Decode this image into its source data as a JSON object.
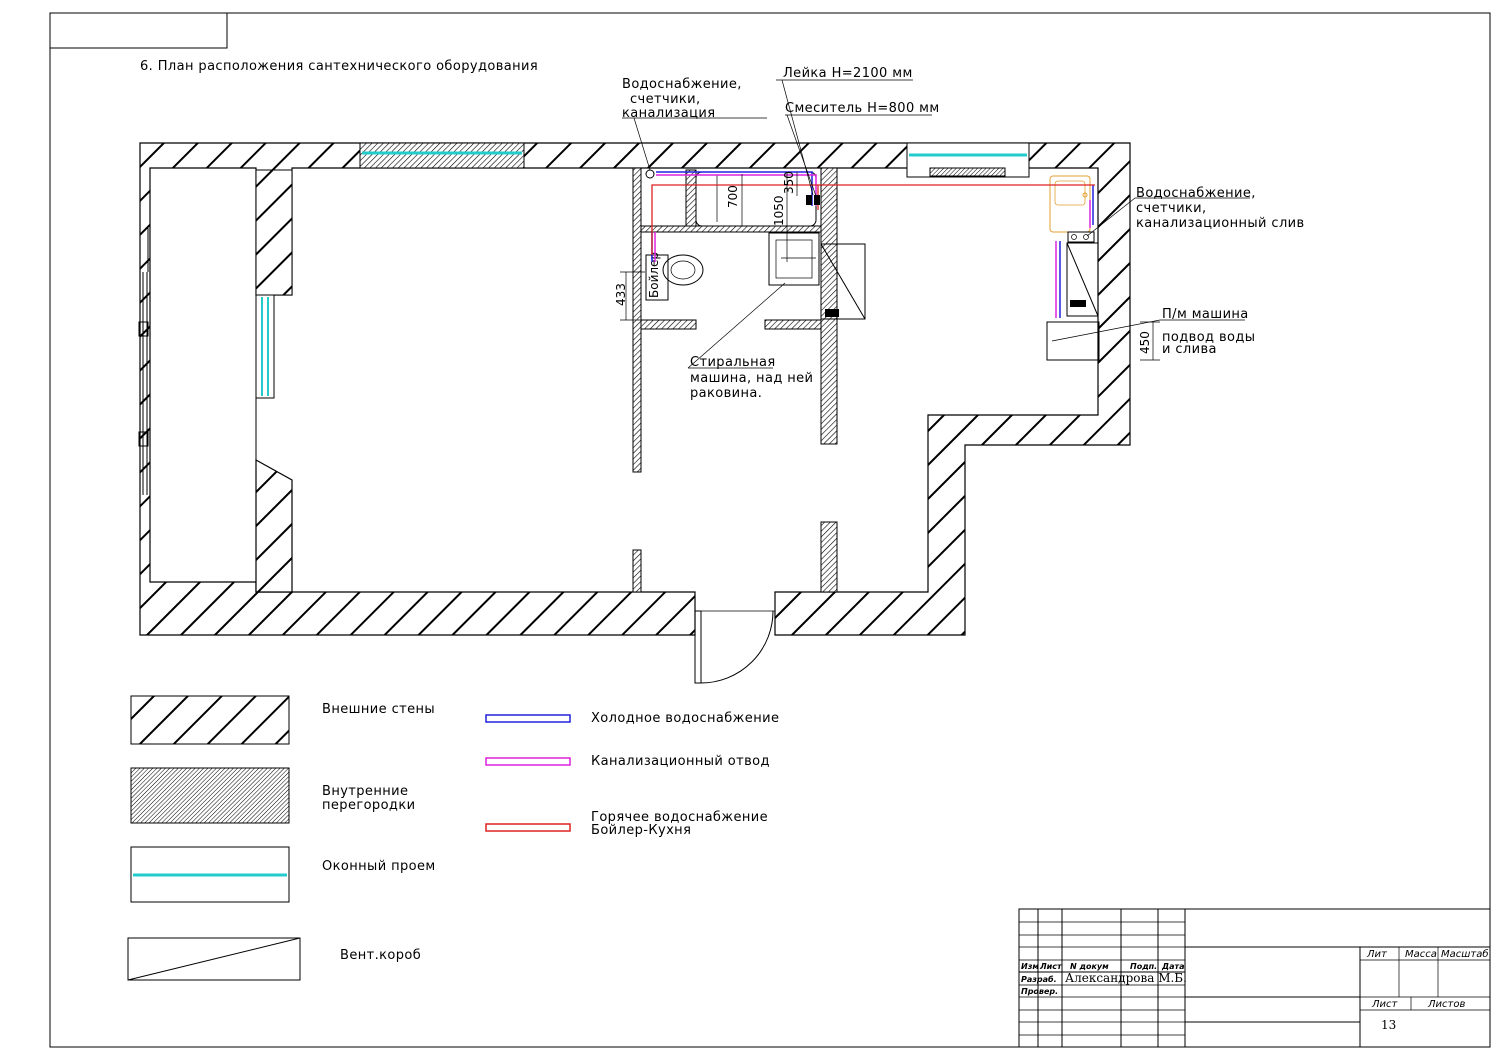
{
  "title": "6. План расположения сантехнического оборудования",
  "callouts": {
    "water_meters_top_l1": "Водоснабжение,",
    "water_meters_top_l2": "счетчики,",
    "water_meters_top_l3": "канализация",
    "shower_head": "Лейка H=2100 мм",
    "mixer": "Смеситель H=800 мм",
    "water_meters_right_l1": "Водоснабжение,",
    "water_meters_right_l2": "счетчики,",
    "water_meters_right_l3": "канализационный слив",
    "dishwasher": "П/м машина",
    "dishwasher_supply_l1": "подвод воды",
    "dishwasher_supply_l2": "и слива",
    "washing_machine_l1": "Стиральная",
    "washing_machine_l2": "машина, над ней",
    "washing_machine_l3": "раковина.",
    "boiler": "Бойлер"
  },
  "dimensions": {
    "d700": "700",
    "d350": "350",
    "d1050": "1050",
    "d433": "433",
    "d450": "450"
  },
  "legend": {
    "external_walls": "Внешние стены",
    "internal_partitions_l1": "Внутренние",
    "internal_partitions_l2": "перегородки",
    "window_opening": "Оконный проем",
    "vent_box": "Вент.короб",
    "cold_water": "Холодное водоснабжение",
    "sewer": "Канализационный отвод",
    "hot_water_l1": "Горячее водоснабжение",
    "hot_water_l2": "Бойлер-Кухня"
  },
  "colors": {
    "cold_water": "#2222dd",
    "sewer": "#dd22dd",
    "hot_water": "#dd2222",
    "window": "#22cccc",
    "sink": "#e0a030"
  },
  "title_block": {
    "col_izm": "Изм",
    "col_list": "Лист",
    "col_doc": "N докум",
    "col_sign": "Подп.",
    "col_date": "Дата",
    "row_developer": "Разраб.",
    "row_checker": "Провер.",
    "developer_name": "Александрова М.Б.",
    "lit": "Лит",
    "mass": "Масса",
    "scale": "Масштаб",
    "sheet": "Лист",
    "sheets": "Листов",
    "sheet_number": "13"
  }
}
